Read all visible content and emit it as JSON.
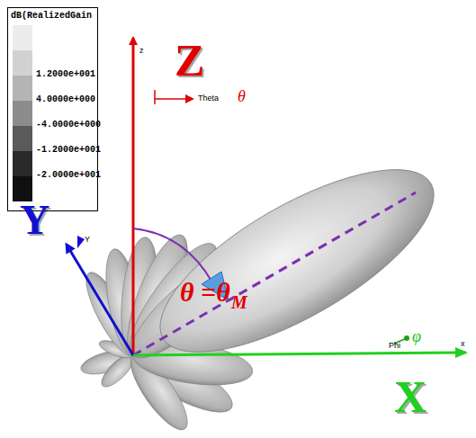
{
  "diagram": {
    "labels": [
      "dB(RealizedGain",
      "Z",
      "z",
      "Theta",
      "θ",
      "θ =θ",
      "M",
      "Y",
      "Y",
      "Phi",
      "φ",
      "x",
      "X"
    ],
    "legend": [
      {
        "text": "1.2000e+001",
        "color": "#d2d2d2"
      },
      {
        "text": "4.0000e+000",
        "color": "#b4b4b4"
      },
      {
        "text": "-4.0000e+000",
        "color": "#8c8c8c"
      },
      {
        "text": "-1.2000e+001",
        "color": "#5a5a5a"
      },
      {
        "text": "-2.0000e+001",
        "color": "#2a2a2a"
      }
    ]
  }
}
